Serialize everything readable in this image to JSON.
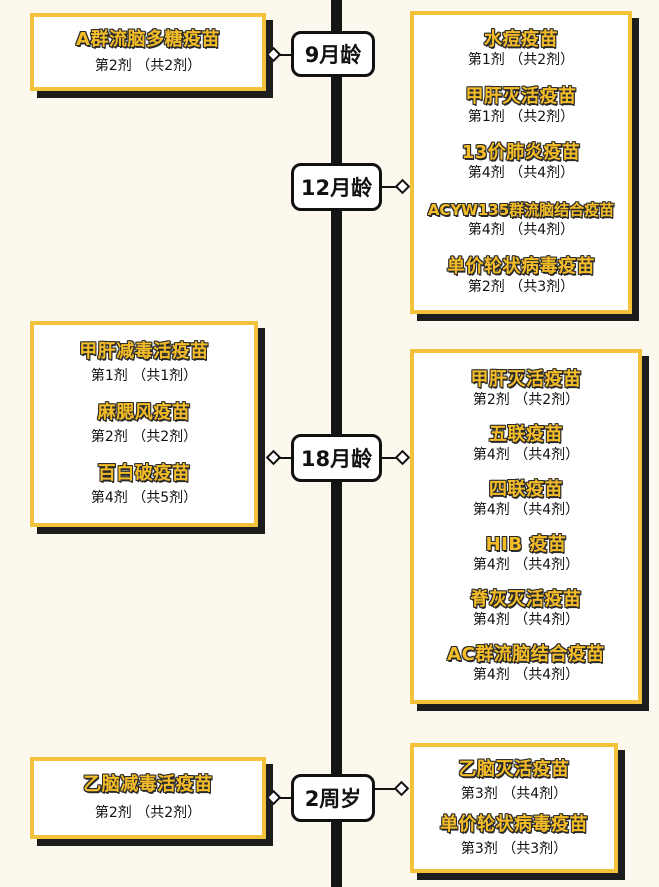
{
  "accent_color": "#f2c23a",
  "spine_color": "#151515",
  "groups": [
    {
      "age": "9月龄",
      "left": [
        {
          "name": "A群流脑多糖疫苗",
          "dose": "第2剂 （共2剂）"
        }
      ],
      "right": [
        {
          "name": "水痘疫苗",
          "dose": "第1剂 （共2剂）"
        },
        {
          "name": "甲肝灭活疫苗",
          "dose": "第1剂 （共2剂）"
        }
      ]
    },
    {
      "age": "12月龄",
      "right": [
        {
          "name": "13价肺炎疫苗",
          "dose": "第4剂 （共4剂）"
        },
        {
          "name": "ACYW135群流脑结合疫苗",
          "dose": "第4剂 （共4剂）"
        },
        {
          "name": "单价轮状病毒疫苗",
          "dose": "第2剂 （共3剂）"
        }
      ]
    },
    {
      "age": "18月龄",
      "left": [
        {
          "name": "甲肝减毒活疫苗",
          "dose": "第1剂 （共1剂）"
        },
        {
          "name": "麻腮风疫苗",
          "dose": "第2剂 （共2剂）"
        },
        {
          "name": "百白破疫苗",
          "dose": "第4剂 （共5剂）"
        }
      ],
      "right": [
        {
          "name": "甲肝灭活疫苗",
          "dose": "第2剂 （共2剂）"
        },
        {
          "name": "五联疫苗",
          "dose": "第4剂 （共4剂）"
        },
        {
          "name": "四联疫苗",
          "dose": "第4剂 （共4剂）"
        },
        {
          "name": "HIB 疫苗",
          "dose": "第4剂 （共4剂）"
        },
        {
          "name": "脊灰灭活疫苗",
          "dose": "第4剂 （共4剂）"
        },
        {
          "name": "AC群流脑结合疫苗",
          "dose": "第4剂 （共4剂）"
        }
      ]
    },
    {
      "age": "2周岁",
      "left": [
        {
          "name": "乙脑减毒活疫苗",
          "dose": "第2剂 （共2剂）"
        }
      ],
      "right": [
        {
          "name": "乙脑灭活疫苗",
          "dose": "第3剂 （共4剂）"
        },
        {
          "name": "单价轮状病毒疫苗",
          "dose": "第3剂 （共3剂）"
        }
      ]
    }
  ]
}
